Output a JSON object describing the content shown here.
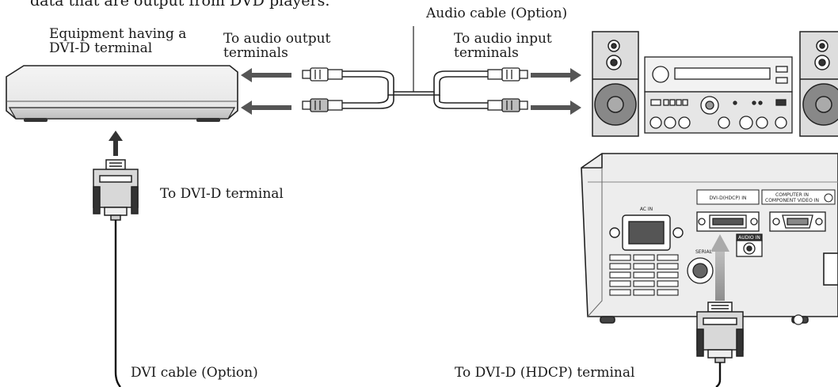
{
  "labels": {
    "top_partial": "data that are output from DVD players.",
    "audio_cable": "Audio cable (Option)",
    "equipment": "Equipment having a\nDVI-D terminal",
    "to_audio_output": "To audio output\nterminals",
    "to_audio_input": "To audio input\nterminals",
    "to_dvi_d": "To DVI-D terminal",
    "dvi_cable": "DVI cable (Option)",
    "to_dvi_d_hdcp": "To DVI-D (HDCP) terminal"
  },
  "panel": {
    "dvi_in": "DVI-D(HDCP) IN",
    "computer_in_1": "COMPUTER IN",
    "computer_in_2": "COMPONENT VIDEO IN",
    "ac_in": "AC IN",
    "audio_in": "AUDIO IN",
    "serial": "SERIAL"
  }
}
